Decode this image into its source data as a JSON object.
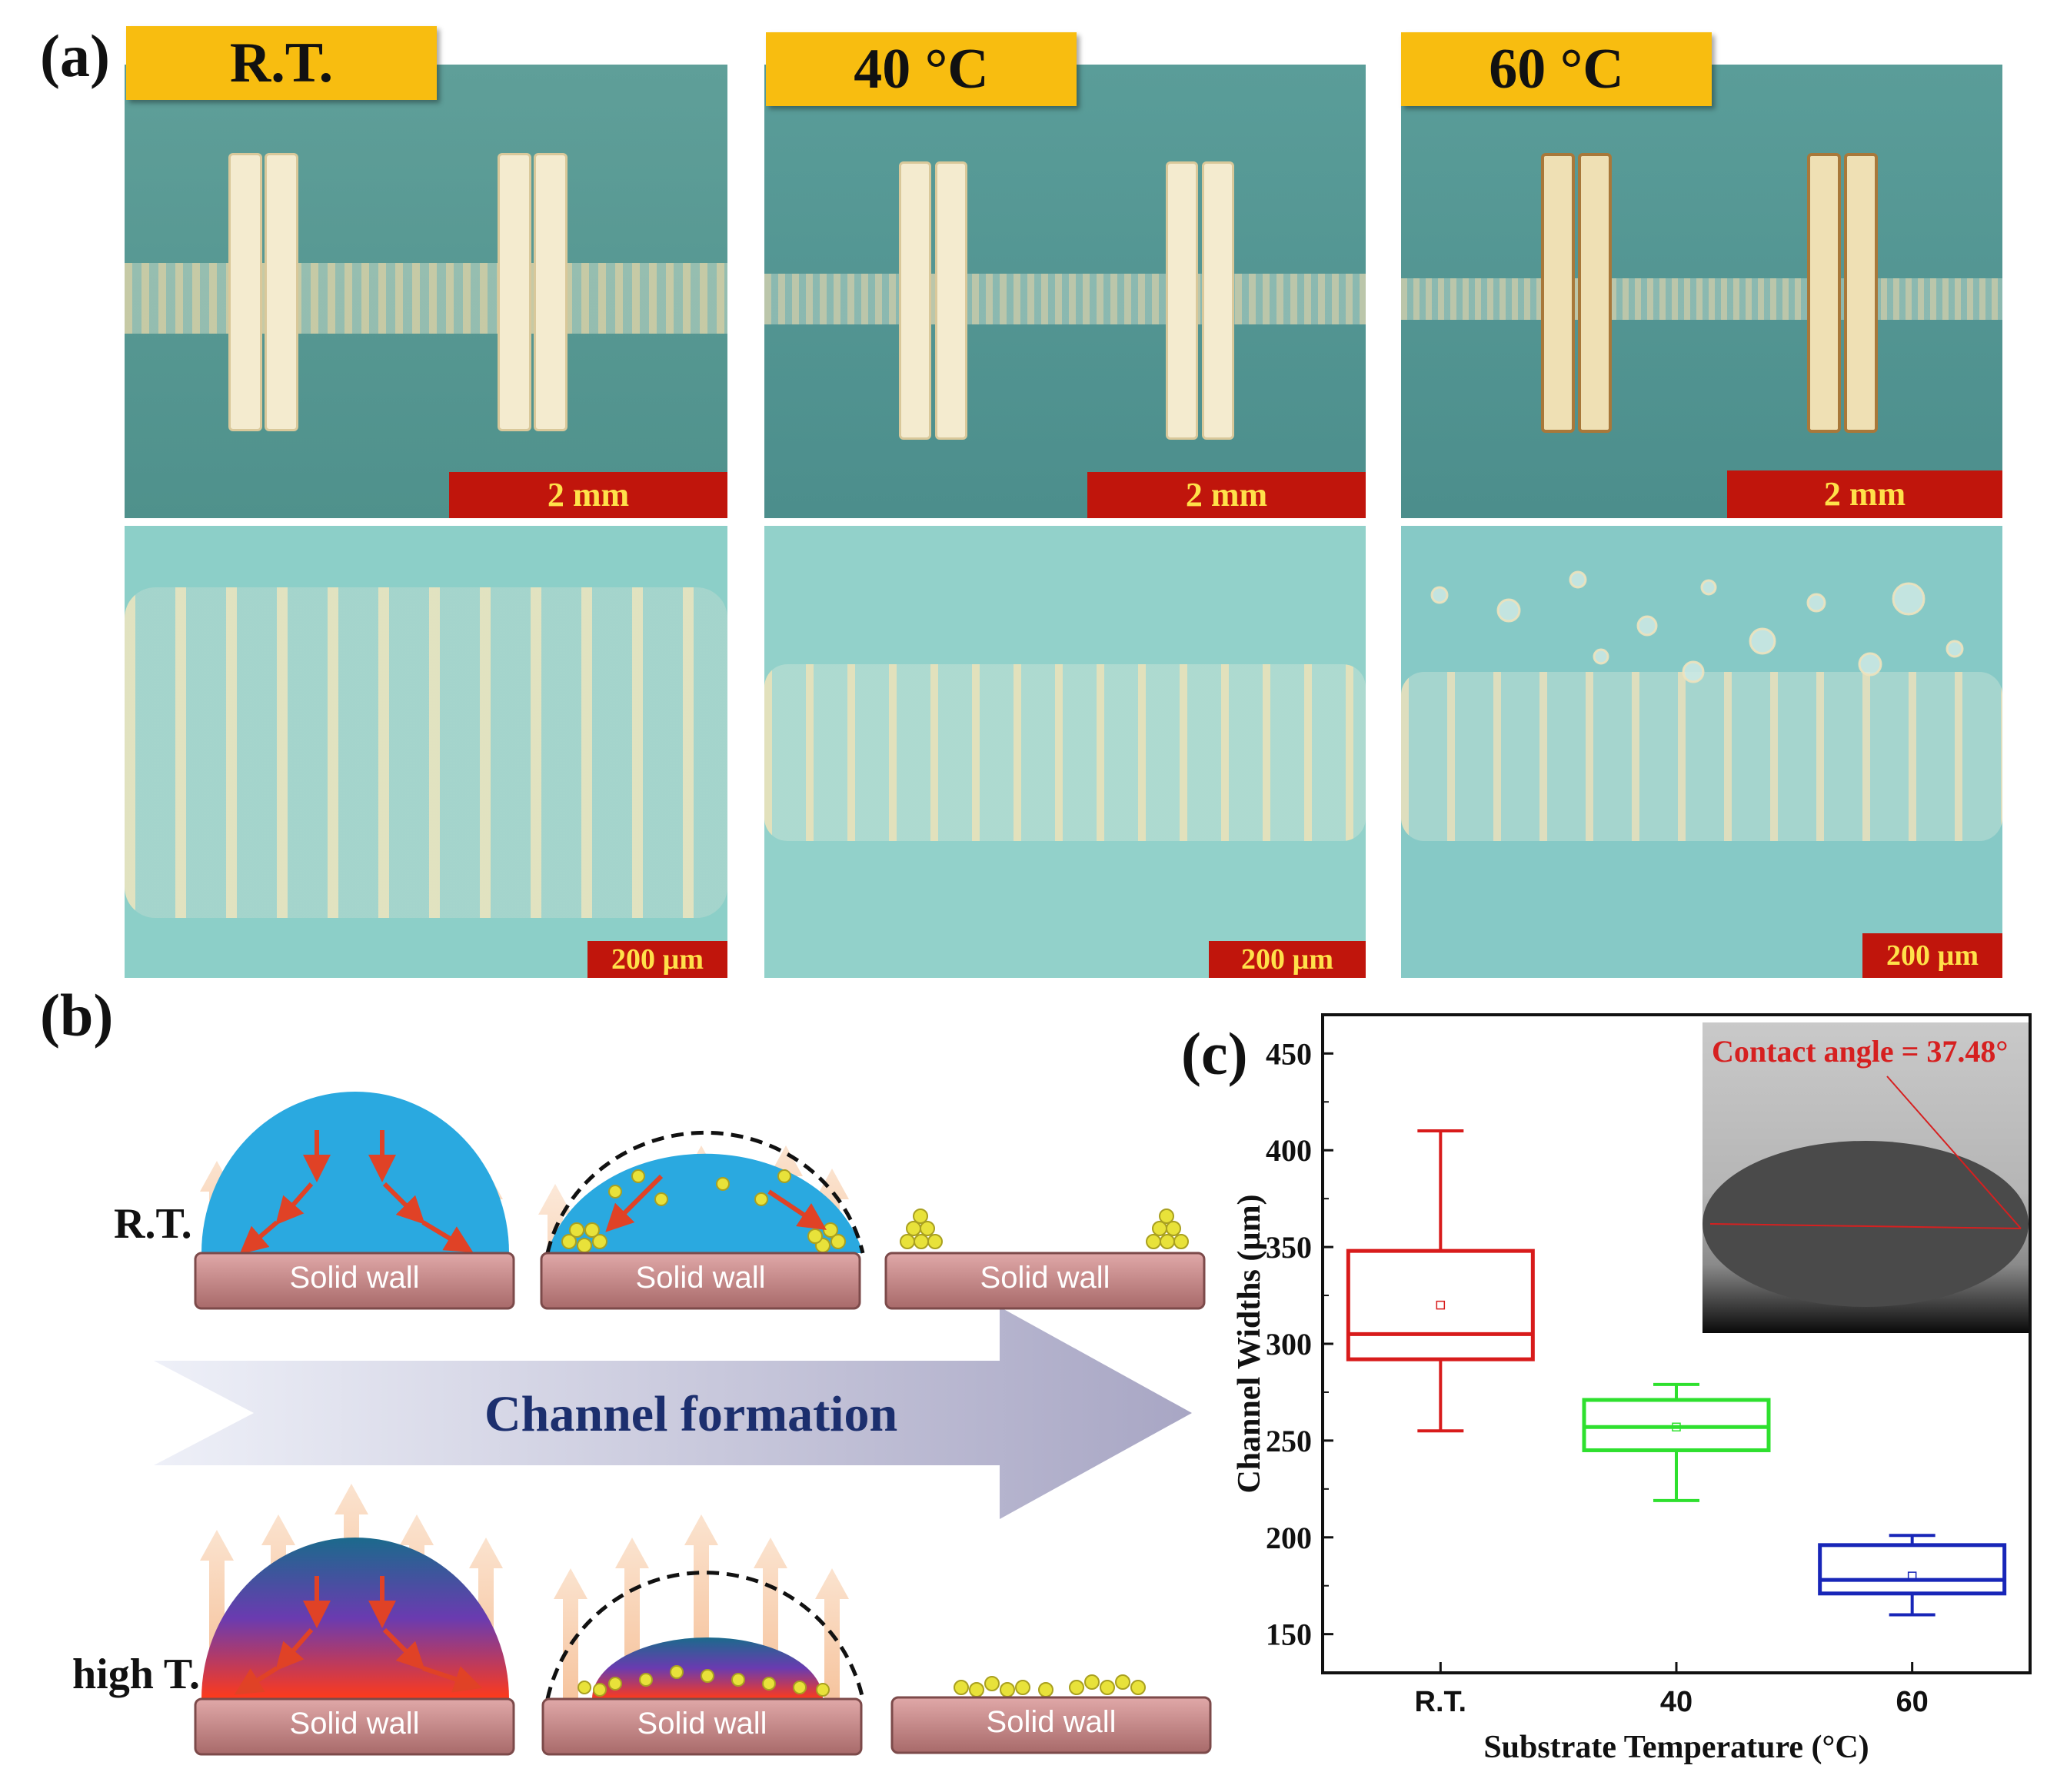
{
  "panel_a": {
    "letter": "(a)",
    "columns": [
      {
        "temperature": "R.T.",
        "scale_top": "2 mm",
        "scale_bottom": "200 µm"
      },
      {
        "temperature": "40 °C",
        "scale_top": "2 mm",
        "scale_bottom": "200 µm"
      },
      {
        "temperature": "60 °C",
        "scale_top": "2 mm",
        "scale_bottom": "200 µm"
      }
    ]
  },
  "panel_b": {
    "letter": "(b)",
    "row_rt_label": "R.T.",
    "row_high_label": "high T.",
    "wall_label": "Solid wall",
    "arrow_label": "Channel formation"
  },
  "panel_c": {
    "letter": "(c)",
    "inset_label": "Contact angle = 37.48°"
  },
  "chart_data": {
    "type": "box",
    "xlabel": "Substrate Temperature (°C)",
    "ylabel": "Channel Widths (µm)",
    "categories": [
      "R.T.",
      "40",
      "60"
    ],
    "ylim": [
      130,
      470
    ],
    "yticks": [
      150,
      200,
      250,
      300,
      350,
      400,
      450
    ],
    "boxes": [
      {
        "category": "R.T.",
        "min": 255,
        "q1": 292,
        "median": 305,
        "mean": 320,
        "q3": 348,
        "max": 410,
        "color": "#d81b1b"
      },
      {
        "category": "40",
        "min": 219,
        "q1": 245,
        "median": 257,
        "mean": 257,
        "q3": 271,
        "max": 279,
        "color": "#2ee02e"
      },
      {
        "category": "60",
        "min": 160,
        "q1": 171,
        "median": 178,
        "mean": 180,
        "q3": 196,
        "max": 201,
        "color": "#1826b8"
      }
    ]
  },
  "colors": {
    "tag_yellow": "#f8bd10",
    "scale_red": "#c0150c",
    "scale_text": "#ffe14a",
    "micro_bg": "#5ea39f",
    "droplet_blue": "#27a9e1",
    "wall": "#c9898a",
    "evaporation": "#f7c7a2",
    "flow_arrows": "#e04226",
    "arrow_text": "#1c2f6e",
    "inset_text": "#d62020"
  }
}
